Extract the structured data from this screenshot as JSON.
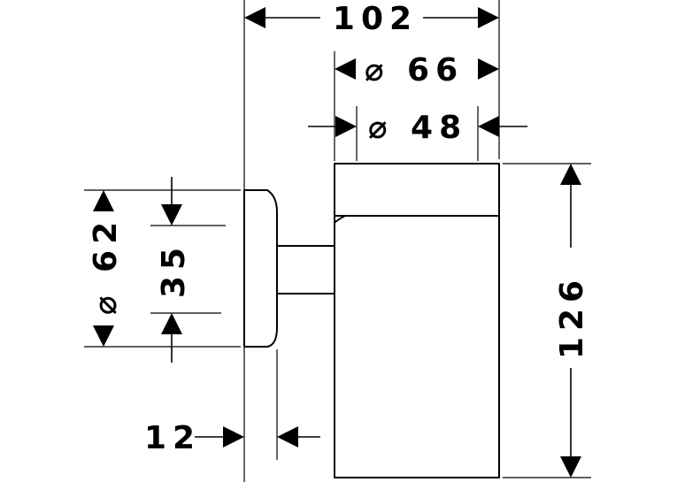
{
  "colors": {
    "line": "#000000",
    "background": "#ffffff"
  },
  "dimensions": {
    "overall_width": "102",
    "outer_diameter": "⌀ 66",
    "inner_diameter": "⌀ 48",
    "height": "126",
    "rosette_diameter": "⌀ 62",
    "arm_height": "35",
    "wall_offset": "12"
  }
}
